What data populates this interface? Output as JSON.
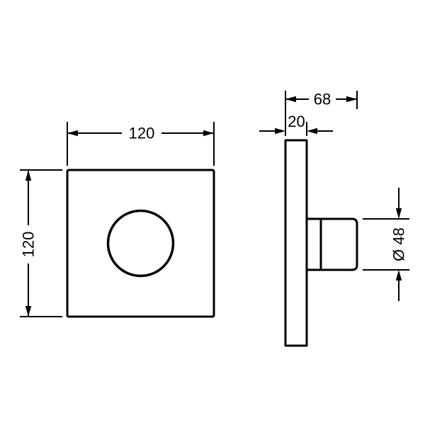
{
  "diagram": {
    "background_color": "#ffffff",
    "line_color": "#000000",
    "labels": {
      "front_width": "120",
      "front_height": "120",
      "side_total_depth": "68",
      "side_plate_depth": "20",
      "side_knob_diameter": "Ø 48"
    }
  }
}
